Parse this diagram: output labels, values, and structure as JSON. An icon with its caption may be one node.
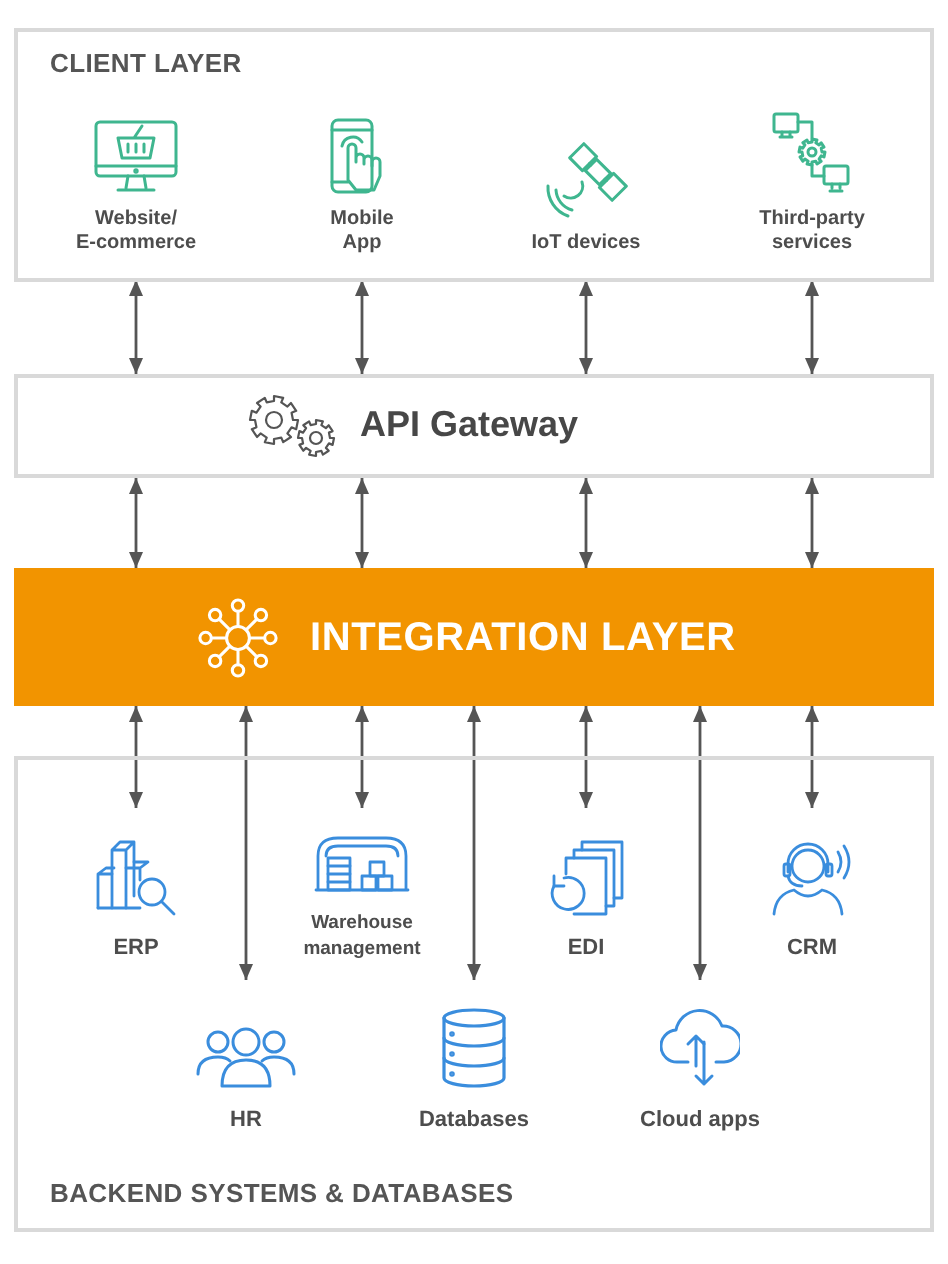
{
  "diagram": {
    "nodes": [
      {
        "text": [
          "CLIENT LAYER"
        ]
      },
      {
        "text": [
          "Website/ E-commerce"
        ],
        "in": 0
      },
      {
        "text": [
          "Mobile App"
        ],
        "in": 0
      },
      {
        "text": [
          "IoT devices"
        ],
        "in": 0
      },
      {
        "text": [
          "Third-party services"
        ],
        "in": 0
      },
      {
        "text": [
          "API Gateway"
        ]
      },
      {
        "text": [
          "INTEGRATION LAYER"
        ]
      },
      {
        "text": [
          "BACKEND SYSTEMS & DATABASES"
        ]
      },
      {
        "text": [
          "ERP"
        ],
        "in": 7
      },
      {
        "text": [
          "Warehouse management"
        ],
        "in": 7
      },
      {
        "text": [
          "EDI"
        ],
        "in": 7
      },
      {
        "text": [
          "CRM"
        ],
        "in": 7
      },
      {
        "text": [
          "HR"
        ],
        "in": 7
      },
      {
        "text": [
          "Databases"
        ],
        "in": 7
      },
      {
        "text": [
          "Cloud apps"
        ],
        "in": 7
      }
    ],
    "edges": [
      {
        "from": 1,
        "to": 5,
        "arrow": "both"
      },
      {
        "from": 2,
        "to": 5,
        "arrow": "both"
      },
      {
        "from": 3,
        "to": 5,
        "arrow": "both"
      },
      {
        "from": 4,
        "to": 5,
        "arrow": "both"
      },
      {
        "from": 5,
        "to": 6,
        "arrow": "both"
      },
      {
        "from": 5,
        "to": 6,
        "arrow": "both"
      },
      {
        "from": 5,
        "to": 6,
        "arrow": "both"
      },
      {
        "from": 5,
        "to": 6,
        "arrow": "both"
      },
      {
        "from": 6,
        "to": 8,
        "arrow": "both"
      },
      {
        "from": 6,
        "to": 12,
        "arrow": "both"
      },
      {
        "from": 6,
        "to": 9,
        "arrow": "both"
      },
      {
        "from": 6,
        "to": 13,
        "arrow": "both"
      },
      {
        "from": 6,
        "to": 10,
        "arrow": "both"
      },
      {
        "from": 6,
        "to": 14,
        "arrow": "both"
      },
      {
        "from": 6,
        "to": 11,
        "arrow": "both"
      }
    ]
  }
}
